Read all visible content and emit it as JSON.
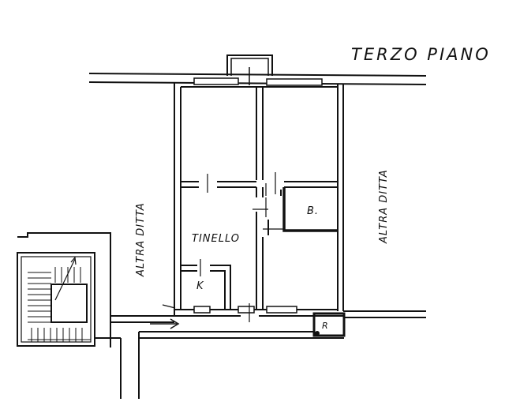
{
  "title": "TERZO PIANO",
  "labels": {
    "left_neighbor": "ALTRA DITTA",
    "right_neighbor": "ALTRA DITTA",
    "tinello": "TINELLO",
    "bathroom": "B.",
    "kitchen": "K",
    "storage": "R"
  },
  "colors": {
    "line": "#111111",
    "background": "#ffffff"
  }
}
